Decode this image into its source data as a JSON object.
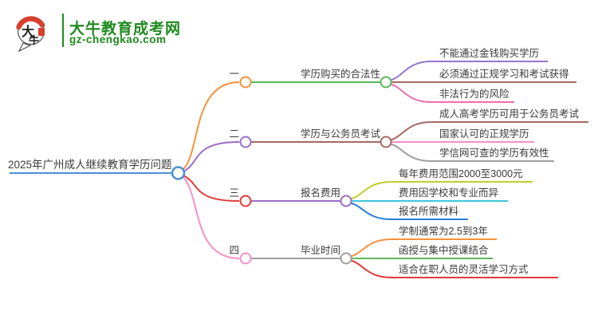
{
  "logo": {
    "icon_char_top": "大",
    "icon_char_bottom": "牛",
    "site_name": "大牛教育成考网",
    "site_url": "gz-chengkao.com",
    "brand_green": "#1d8a1d",
    "seal_red": "#d6402c"
  },
  "mindmap": {
    "root": {
      "label": "2025年广州成人继续教育学历问题",
      "color": "#4a90d2"
    },
    "branches": [
      {
        "index_label": "一",
        "topic": "学历购买的合法性",
        "branch_color": "#f7913d",
        "topic_line_color": "#5cb85a",
        "children": [
          {
            "label": "不能通过金钱购买学历",
            "color": "#9575cd"
          },
          {
            "label": "必须通过正规学习和考试获得",
            "color": "#a5695f"
          },
          {
            "label": "非法行为的风险",
            "color": "#ee6eb4"
          }
        ]
      },
      {
        "index_label": "二",
        "topic": "学历与公务员考试",
        "branch_color": "#9b6dc8",
        "topic_line_color": "#a5695f",
        "children": [
          {
            "label": "成人高考学历可用于公务员考试",
            "color": "#a5695f"
          },
          {
            "label": "国家认可的正规学历",
            "color": "#f48fc7"
          },
          {
            "label": "学信网可查的学历有效性",
            "color": "#9e9e9e"
          }
        ]
      },
      {
        "index_label": "三",
        "topic": "报名费用",
        "branch_color": "#e23a3a",
        "topic_line_color": "#9b6dc8",
        "children": [
          {
            "label": "每年费用范围2000至3000元",
            "color": "#c3cc2f"
          },
          {
            "label": "费用因学校和专业而异",
            "color": "#3bc6dc"
          },
          {
            "label": "报名所需材料",
            "color": "#2a7fd4"
          }
        ]
      },
      {
        "index_label": "四",
        "topic": "毕业时间",
        "branch_color": "#f48fc7",
        "topic_line_color": "#9e9e9e",
        "children": [
          {
            "label": "学制通常为2.5到3年",
            "color": "#f7913d"
          },
          {
            "label": "函授与集中授课结合",
            "color": "#5cb85a"
          },
          {
            "label": "适合在职人员的灵活学习方式",
            "color": "#e23a3a"
          }
        ]
      }
    ]
  }
}
